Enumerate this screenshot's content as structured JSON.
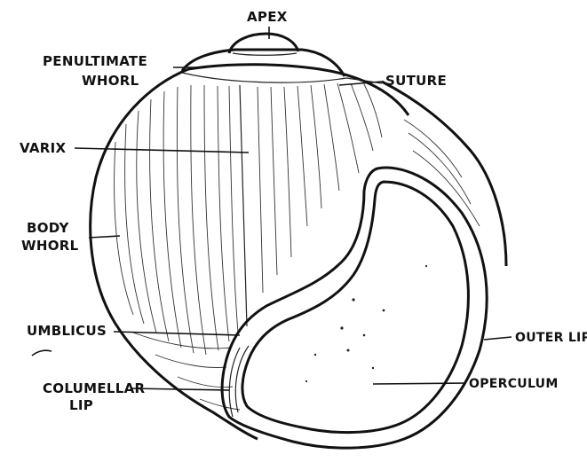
{
  "labels": {
    "apex": "APEX",
    "penultimate_whorl_line1": "PENULTIMATE",
    "penultimate_whorl_line2": "WHORL",
    "suture": "SUTURE",
    "varix": "VARIX",
    "body_whorl_line1": "BODY",
    "body_whorl_line2": "WHORL",
    "umbilicus": "UMBLICUS",
    "columellar_lip_line1": "COLUMELLAR",
    "columellar_lip_line2": "LIP",
    "outer_lip": "OUTER LIP",
    "operculum": "OPERCULUM"
  },
  "colors": {
    "ink": "#111111",
    "paper": "#ffffff"
  }
}
